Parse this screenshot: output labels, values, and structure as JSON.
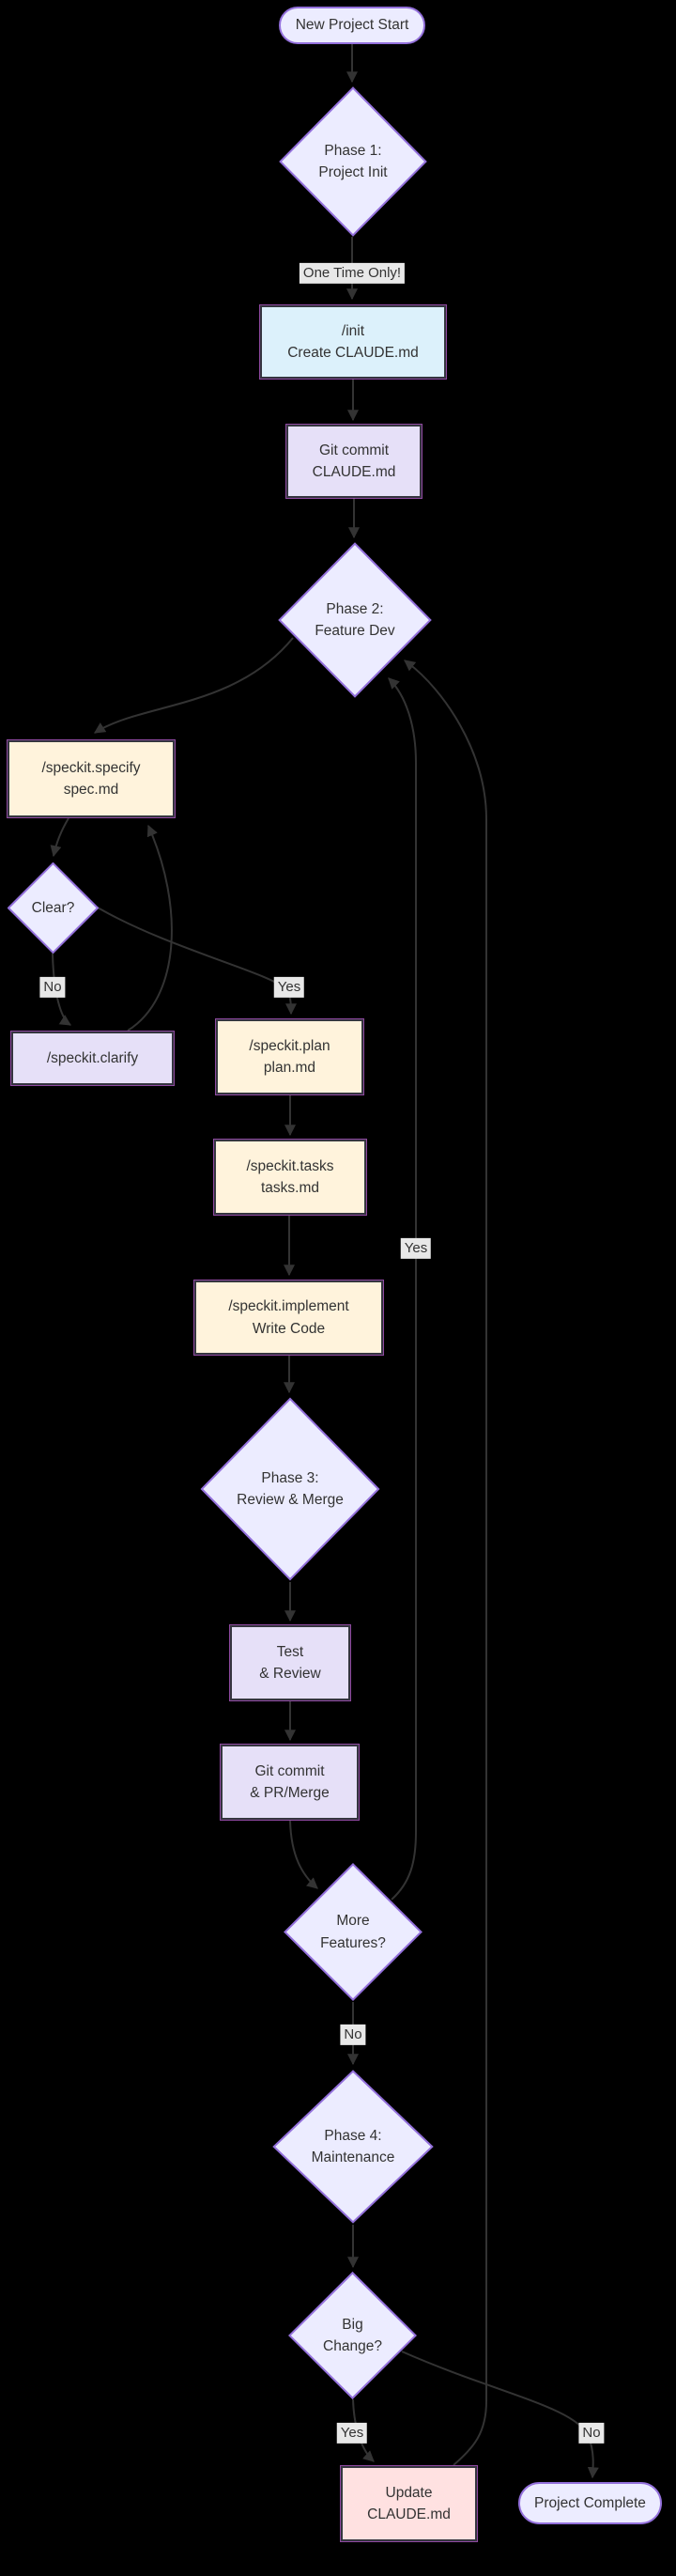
{
  "diagram": {
    "type": "flowchart",
    "colors": {
      "background": "#000000",
      "default_fill": "#ECECFF",
      "default_border": "#9370DB",
      "box_lavender": "#E6E0F8",
      "box_cream": "#FFF3DC",
      "box_blue": "#DCF1FB",
      "box_pink": "#FFE1E1",
      "box_border": "#35353F",
      "edge": "#333333",
      "edge_label_bg": "#E8E8E8",
      "text": "#333333"
    },
    "nodes": {
      "start": {
        "label": "New Project Start",
        "shape": "stadium"
      },
      "phase1": {
        "label": "Phase 1:\nProject Init",
        "shape": "diamond"
      },
      "init": {
        "label": "/init\nCreate CLAUDE.md",
        "shape": "rect"
      },
      "commit1": {
        "label": "Git commit\nCLAUDE.md",
        "shape": "rect"
      },
      "phase2": {
        "label": "Phase 2:\nFeature Dev",
        "shape": "diamond"
      },
      "specify": {
        "label": "/speckit.specify\nspec.md",
        "shape": "rect"
      },
      "clear": {
        "label": "Clear?",
        "shape": "diamond"
      },
      "clarify": {
        "label": "/speckit.clarify",
        "shape": "rect"
      },
      "plan": {
        "label": "/speckit.plan\nplan.md",
        "shape": "rect"
      },
      "tasks": {
        "label": "/speckit.tasks\ntasks.md",
        "shape": "rect"
      },
      "implement": {
        "label": "/speckit.implement\nWrite Code",
        "shape": "rect"
      },
      "phase3": {
        "label": "Phase 3:\nReview & Merge",
        "shape": "diamond"
      },
      "test": {
        "label": "Test\n& Review",
        "shape": "rect"
      },
      "merge": {
        "label": "Git commit\n& PR/Merge",
        "shape": "rect"
      },
      "more": {
        "label": "More\nFeatures?",
        "shape": "diamond"
      },
      "phase4": {
        "label": "Phase 4:\nMaintenance",
        "shape": "diamond"
      },
      "big": {
        "label": "Big\nChange?",
        "shape": "diamond"
      },
      "update": {
        "label": "Update\nCLAUDE.md",
        "shape": "rect"
      },
      "complete": {
        "label": "Project Complete",
        "shape": "stadium"
      }
    },
    "edge_labels": {
      "one_time": "One Time Only!",
      "clear_no": "No",
      "clear_yes": "Yes",
      "more_yes": "Yes",
      "more_no": "No",
      "big_yes": "Yes",
      "big_no": "No"
    }
  }
}
